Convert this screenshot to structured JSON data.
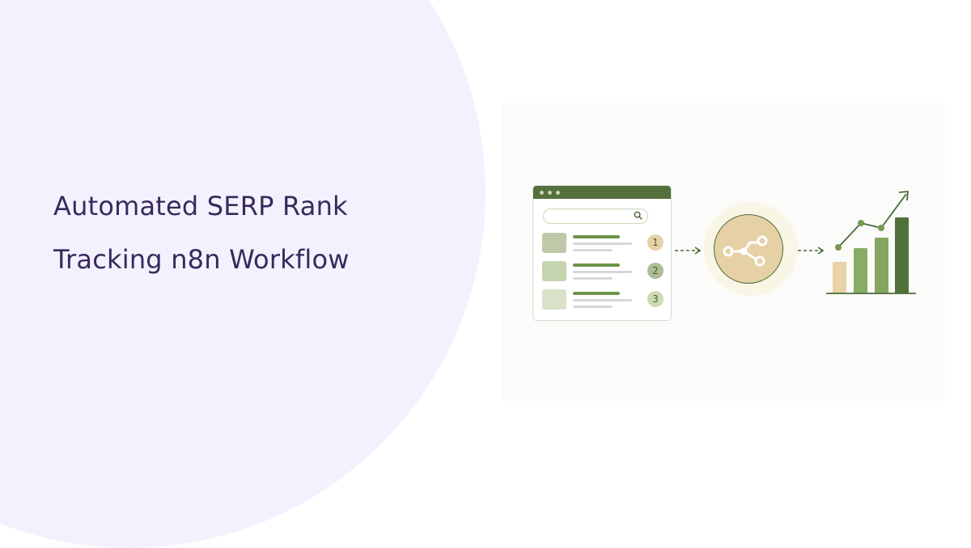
{
  "title": {
    "line1": "Automated SERP Rank",
    "line2": "Tracking n8n Workflow"
  },
  "illustration": {
    "serp_window": {
      "search_icon": "search-icon",
      "results": [
        {
          "rank": "1",
          "badge_color": "#e8d1a6",
          "thumb_color": "#bfc9a9"
        },
        {
          "rank": "2",
          "badge_color": "#aebc95",
          "thumb_color": "#c6d5b0"
        },
        {
          "rank": "3",
          "badge_color": "#cbdbb4",
          "thumb_color": "#d8e2c8"
        }
      ]
    },
    "workflow_hub_icon": "share-nodes-icon",
    "growth_chart_icon": "bar-chart-trend-icon"
  },
  "colors": {
    "title": "#372a5c",
    "background_circle": "#f4f1fe",
    "accent_green": "#54703c",
    "hub_fill": "#e6d0a6"
  }
}
